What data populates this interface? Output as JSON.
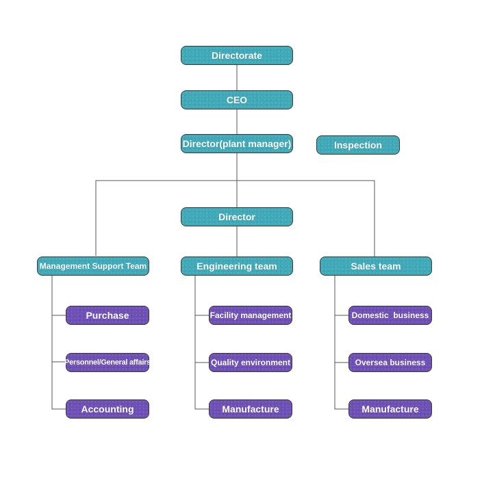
{
  "colors": {
    "top_box": "#3fa9b8",
    "sub_box": "#6d4fb6",
    "connector": "#555555"
  },
  "nodes": {
    "directorate": "Directorate",
    "ceo": "CEO",
    "plant_director": "Director(plant manager)",
    "inspection": "Inspection",
    "director": "Director",
    "management_support": "Management Support Team",
    "engineering": "Engineering team",
    "sales": "Sales team",
    "mgmt_children": [
      "Purchase",
      "Personnel/General affairs",
      "Accounting"
    ],
    "eng_children": [
      "Facility management",
      "Quality environment",
      "Manufacture"
    ],
    "sales_children": [
      "Domestic  business",
      "Oversea business",
      "Manufacture"
    ]
  }
}
